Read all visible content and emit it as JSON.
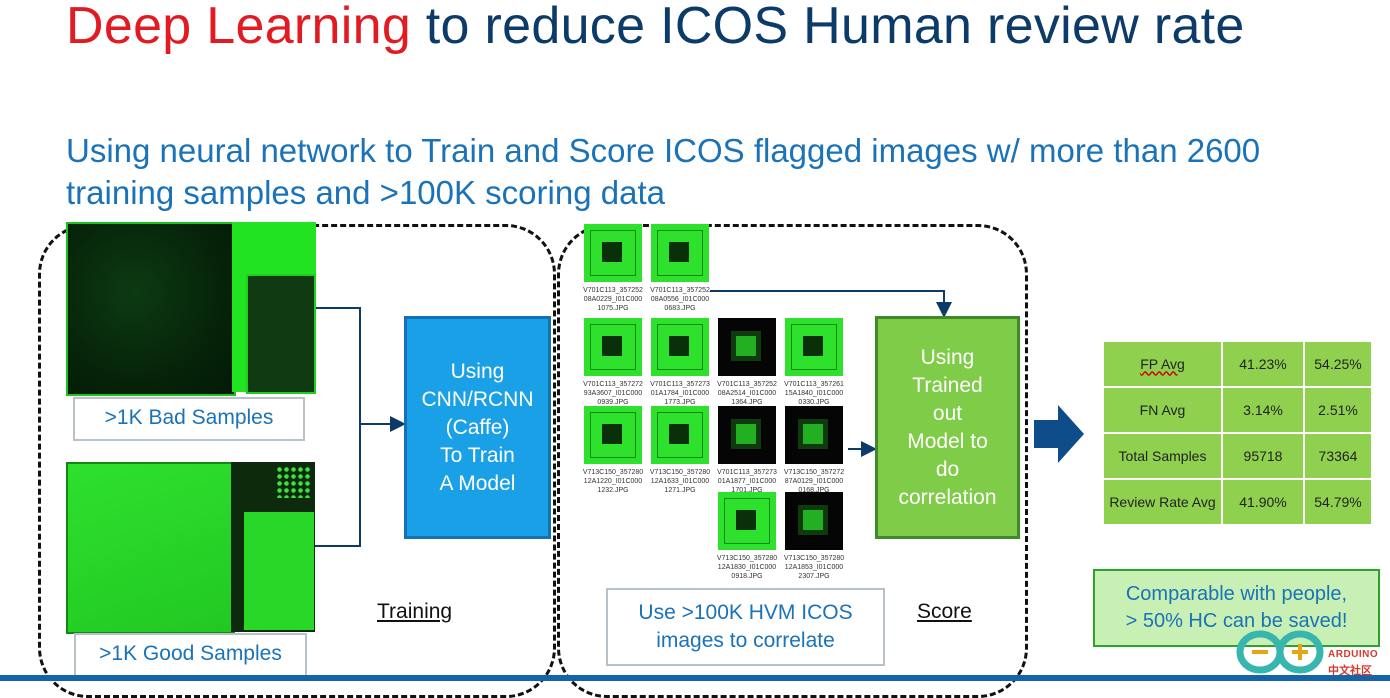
{
  "slide": {
    "title_red": "Deep Learning",
    "title_rest": " to reduce ICOS Human review rate",
    "subtitle": "Using neural network to Train and Score ICOS flagged images w/ more than 2600 training samples and >100K scoring data"
  },
  "training": {
    "bad_caption": ">1K Bad Samples",
    "good_caption": ">1K Good Samples",
    "model_box": "Using\nCNN/RCNN\n(Caffe)\nTo Train\nA Model",
    "label": "Training"
  },
  "score": {
    "thumbnails": [
      {
        "caption": "V701C113_357252\n08A0229_I01C000\n1075.JPG"
      },
      {
        "caption": "V701C113_357252\n08A0556_I01C000\n0683.JPG"
      },
      {
        "caption": "V701C113_357272\n93A3607_I01C000\n0939.JPG"
      },
      {
        "caption": "V701C113_357273\n01A1784_I01C000\n1773.JPG"
      },
      {
        "caption": "V701C113_357252\n08A2514_I01C000\n1364.JPG"
      },
      {
        "caption": "V701C113_357261\n15A1840_I01C000\n0330.JPG"
      },
      {
        "caption": "V713C150_357280\n12A1220_I01C000\n1232.JPG"
      },
      {
        "caption": "V713C150_357280\n12A1633_I01C000\n1271.JPG"
      },
      {
        "caption": "V701C113_357273\n01A1877_I01C000\n1701.JPG"
      },
      {
        "caption": "V713C150_357272\n87A0129_I01C000\n0168.JPG"
      },
      {
        "caption": "V713C150_357280\n12A1830_I01C000\n0918.JPG"
      },
      {
        "caption": "V713C150_357280\n12A1853_I01C000\n2307.JPG"
      }
    ],
    "correlation_box": "Using\nTrained\nout\nModel to\ndo\ncorrelation",
    "hvm_caption": "Use >100K HVM ICOS images to correlate",
    "label": "Score"
  },
  "results": {
    "rows": [
      {
        "label": "FP Avg",
        "v1": "41.23%",
        "v2": "54.25%"
      },
      {
        "label": "FN Avg",
        "v1": "3.14%",
        "v2": "2.51%"
      },
      {
        "label": "Total Samples",
        "v1": "95718",
        "v2": "73364"
      },
      {
        "label": "Review Rate Avg",
        "v1": "41.90%",
        "v2": "54.79%"
      }
    ],
    "comparable": "Comparable with people,\n> 50% HC can be saved!"
  },
  "watermark": {
    "line1": "ARDUINO",
    "line2": "中文社区"
  },
  "colors": {
    "title_red": "#e21b23",
    "title_navy": "#0c3b6a",
    "accent_blue": "#1a73b8",
    "model_blue": "#1aa0e6",
    "table_green": "#8fd14f",
    "arrow_navy": "#0e4c8a"
  },
  "icons": [
    "right-arrow-icon",
    "arduino-logo-icon"
  ]
}
